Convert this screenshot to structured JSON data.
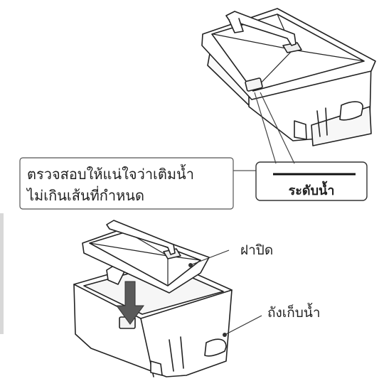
{
  "callout": {
    "line1": "ตรวจสอบให้แน่ใจว่าเติมน้ำ",
    "line2": "ไม่เกินเส้นที่กำหนด"
  },
  "water_level": {
    "label": "ระดับน้ำ"
  },
  "parts": {
    "lid": "ฝาปิด",
    "tank": "ถังเก็บน้ำ"
  }
}
